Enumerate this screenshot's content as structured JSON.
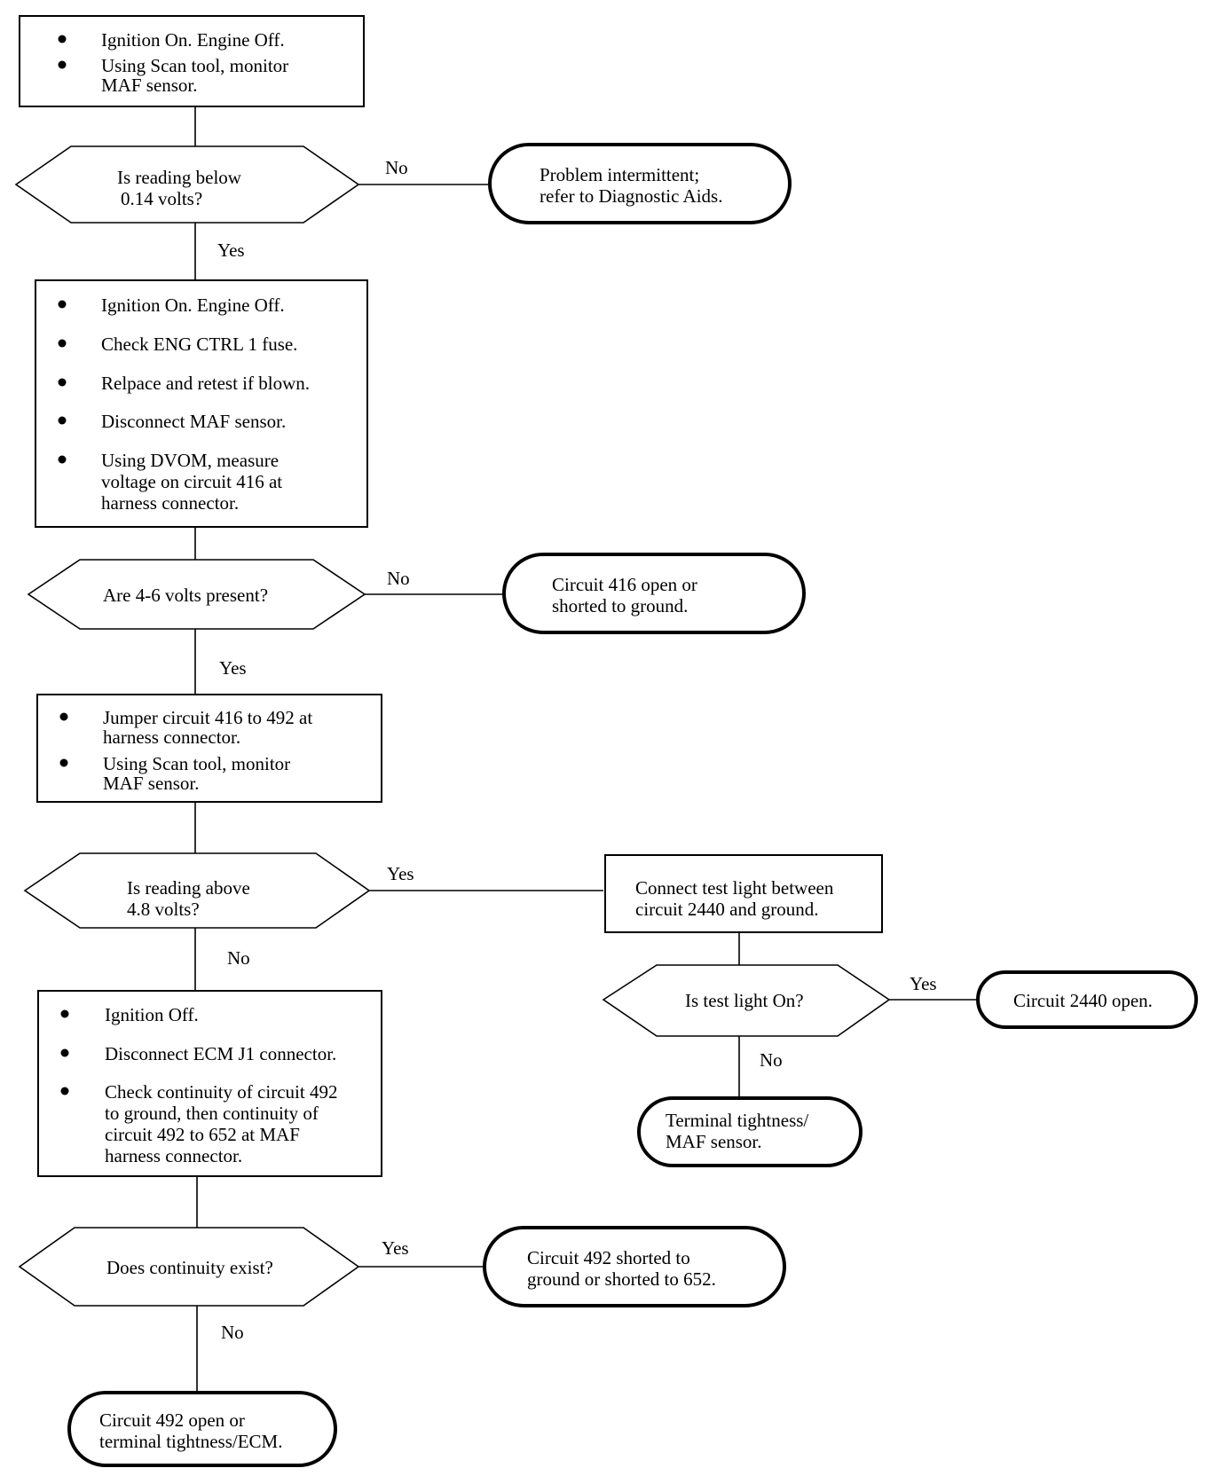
{
  "flowchart": {
    "steps": [
      {
        "bullets": [
          "Ignition On. Engine Off.",
          "Using Scan tool, monitor",
          "MAF sensor."
        ]
      },
      {
        "bullets": [
          "Ignition On. Engine Off.",
          "Check ENG CTRL 1 fuse.",
          "Relpace and retest if blown.",
          "Disconnect MAF sensor.",
          "Using DVOM, measure",
          "voltage on circuit 416 at",
          "harness connector."
        ]
      },
      {
        "bullets": [
          "Jumper circuit 416 to 492 at",
          "harness connector.",
          "Using Scan tool, monitor",
          "MAF sensor."
        ]
      },
      {
        "bullets": [
          "Ignition Off.",
          "Disconnect ECM J1 connector.",
          "Check continuity of circuit 492",
          "to ground, then continuity of",
          "circuit 492 to 652 at MAF",
          "harness connector."
        ]
      },
      {
        "lines": [
          "Connect test light between",
          "circuit 2440 and ground."
        ]
      }
    ],
    "decisions": [
      {
        "lines": [
          "Is reading below",
          "0.14 volts?"
        ]
      },
      {
        "lines": [
          "Are 4-6 volts present?"
        ]
      },
      {
        "lines": [
          "Is reading above",
          "4.8 volts?"
        ]
      },
      {
        "lines": [
          "Does continuity exist?"
        ]
      },
      {
        "lines": [
          "Is test light On?"
        ]
      }
    ],
    "outcomes": [
      {
        "lines": [
          "Problem intermittent;",
          "refer to Diagnostic Aids."
        ]
      },
      {
        "lines": [
          "Circuit 416 open or",
          "shorted to ground."
        ]
      },
      {
        "lines": [
          "Circuit 2440 open."
        ]
      },
      {
        "lines": [
          "Terminal tightness/",
          "MAF sensor."
        ]
      },
      {
        "lines": [
          "Circuit 492 shorted to",
          "ground or shorted to 652."
        ]
      },
      {
        "lines": [
          "Circuit 492 open or",
          "terminal tightness/ECM."
        ]
      }
    ],
    "branch_labels": {
      "d1_no": "No",
      "d1_yes": "Yes",
      "d2_no": "No",
      "d2_yes": "Yes",
      "d3_yes": "Yes",
      "d3_no": "No",
      "d4_yes": "Yes",
      "d4_no": "No",
      "d5_yes": "Yes",
      "d5_no": "No"
    }
  }
}
